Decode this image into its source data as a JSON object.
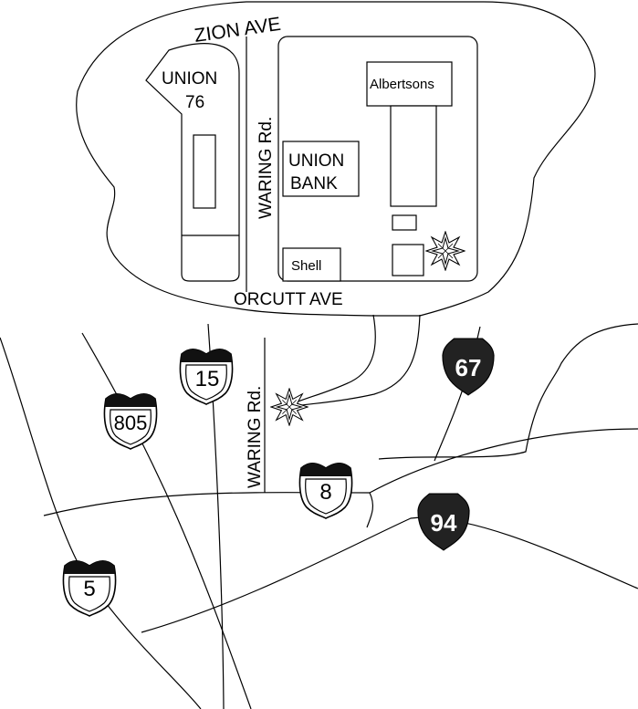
{
  "inset": {
    "streets": {
      "north": "ZION AVE",
      "south": "ORCUTT AVE",
      "west": "WARING Rd."
    },
    "businesses": {
      "union76_line1": "UNION",
      "union76_line2": "76",
      "albertsons": "Albertsons",
      "bank_line1": "UNION",
      "bank_line2": "BANK",
      "shell": "Shell"
    }
  },
  "main_map": {
    "street": "WARING Rd.",
    "interstates": {
      "i5": "5",
      "i8": "8",
      "i15": "15",
      "i805": "805"
    },
    "state_routes": {
      "sr67": "67",
      "sr94": "94"
    }
  },
  "colors": {
    "line": "#000000",
    "background": "#ffffff",
    "state_route_fill": "#222222",
    "state_route_text": "#ffffff"
  },
  "icons": [
    "location-star-icon",
    "interstate-shield-icon",
    "state-route-shield-icon"
  ]
}
